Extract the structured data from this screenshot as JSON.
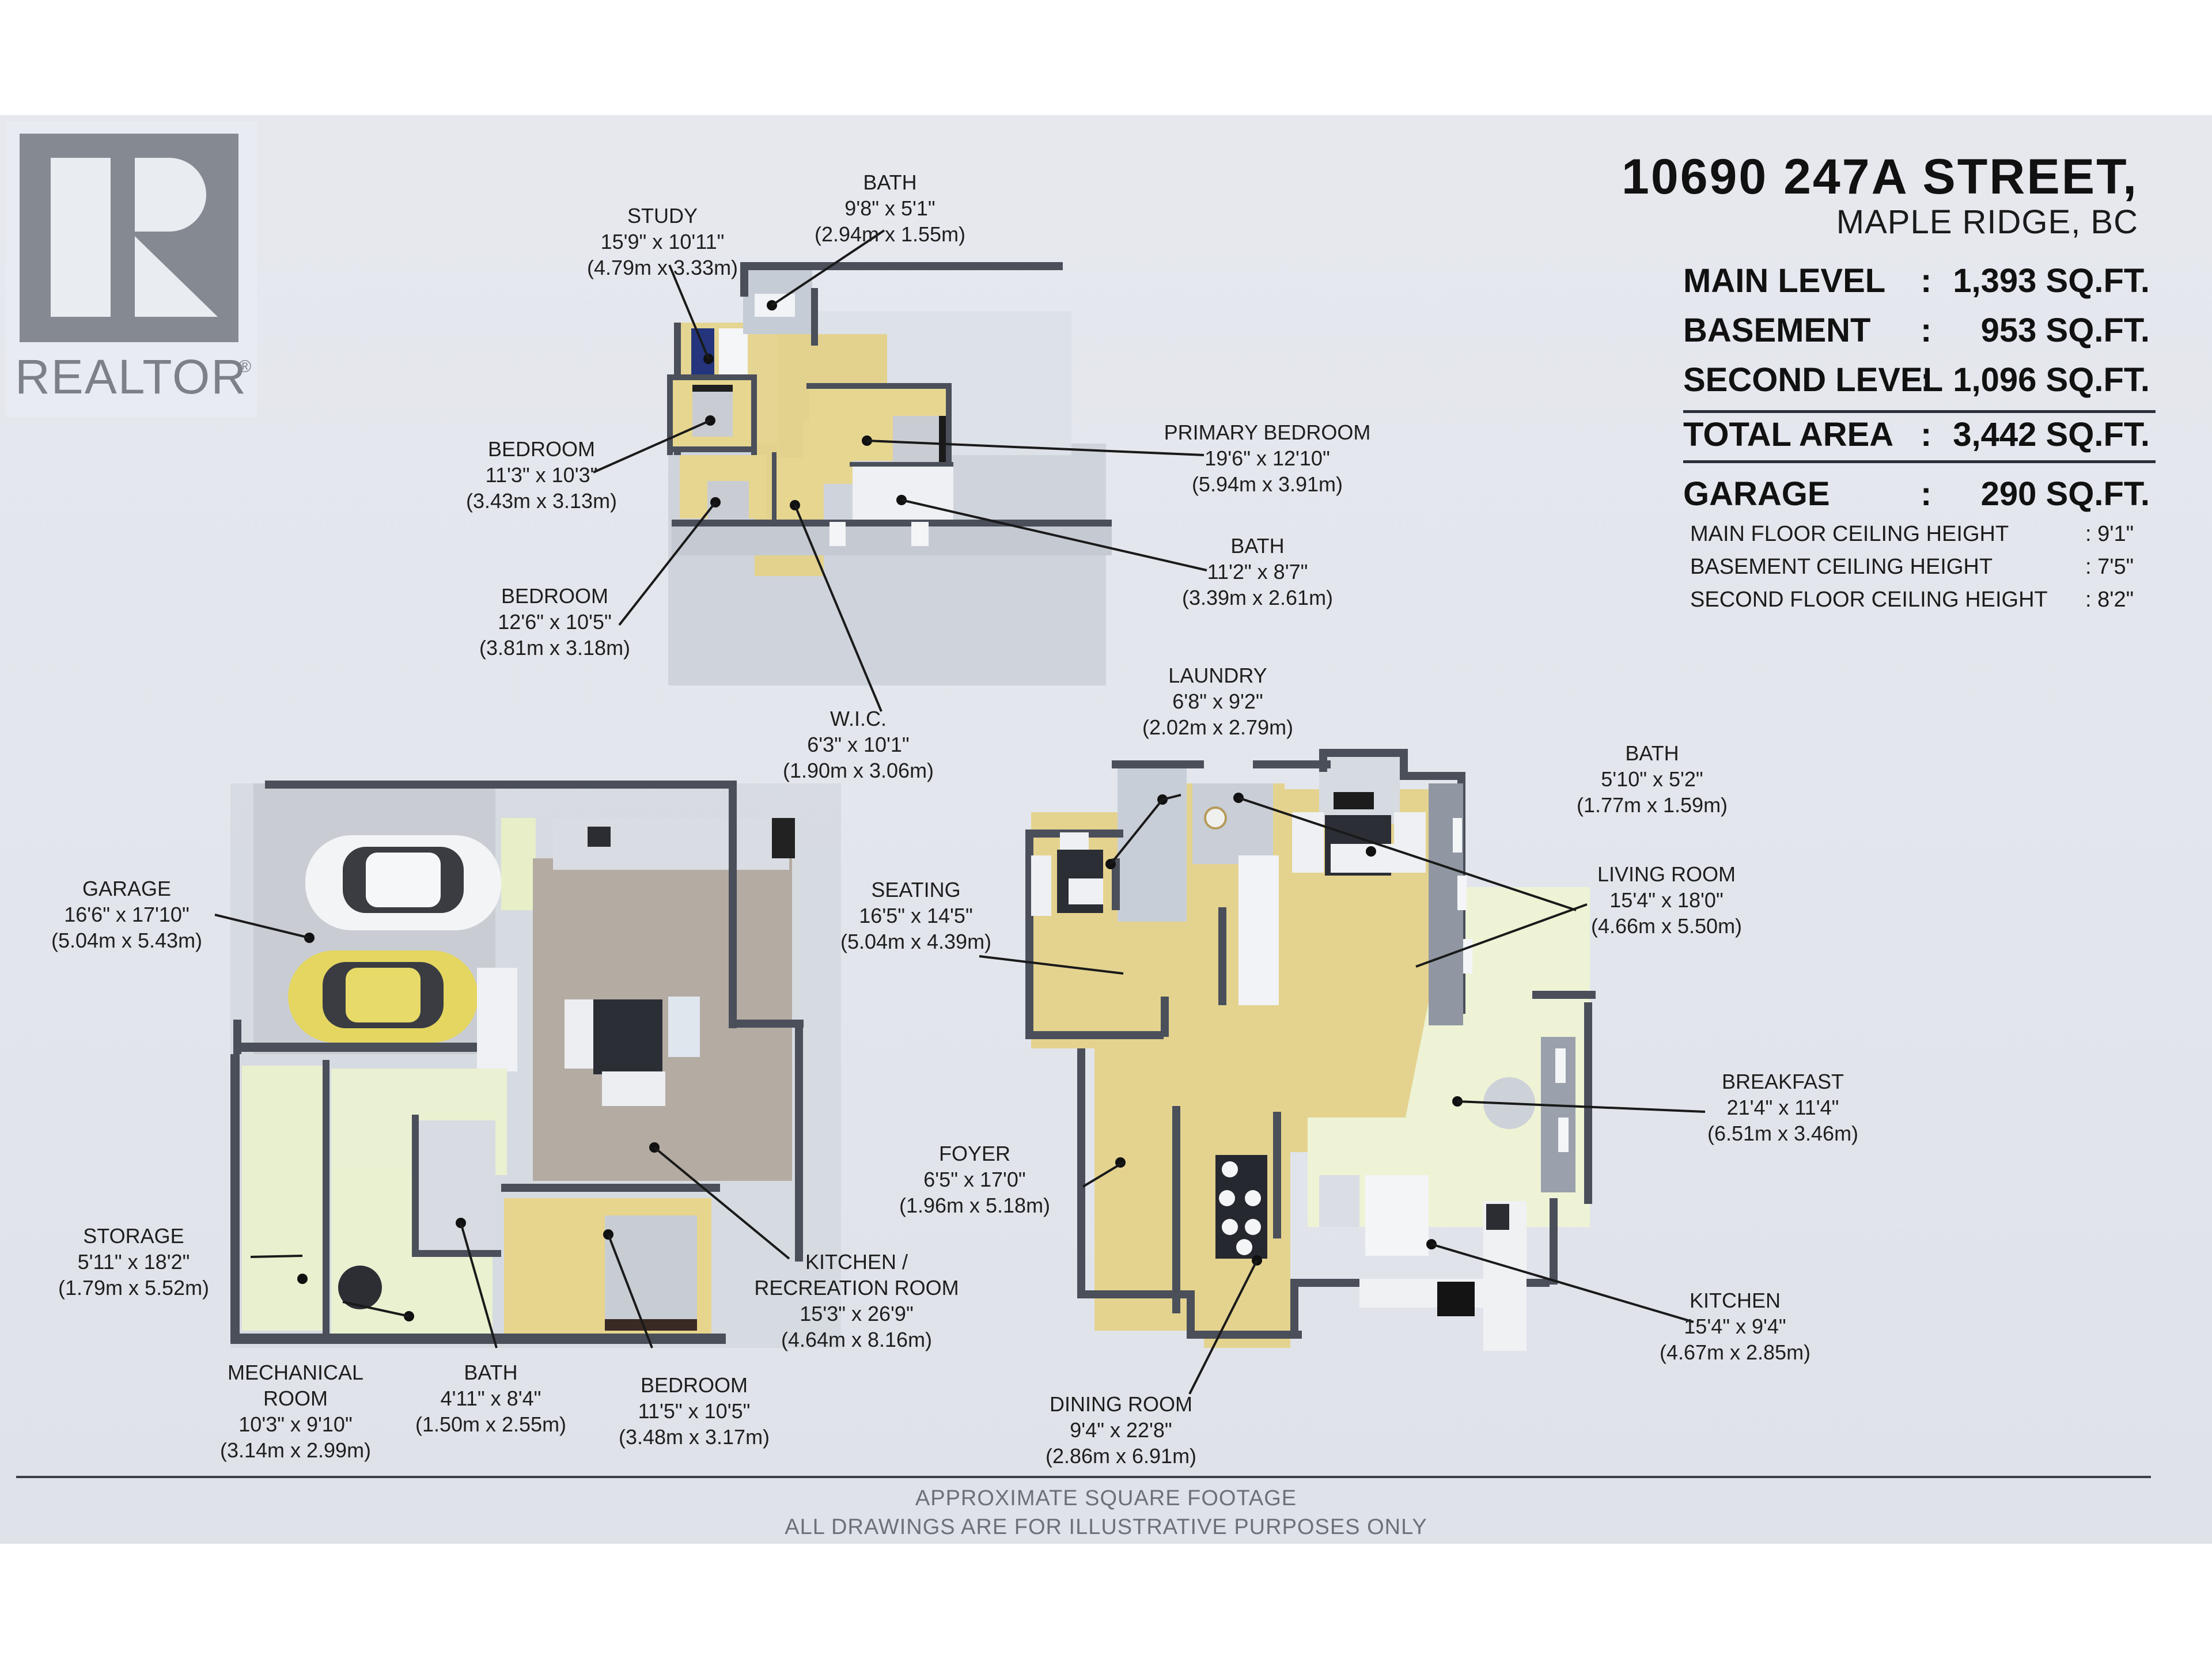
{
  "brand": {
    "logo_text": "REALTOR",
    "logo_mark": "®",
    "logo_icon": "realtor-r-icon"
  },
  "header": {
    "address_line1": "10690 247A STREET,",
    "address_line2": "MAPLE RIDGE, BC"
  },
  "areas": {
    "rows": [
      {
        "label": "MAIN LEVEL",
        "value": "1,393 SQ.FT."
      },
      {
        "label": "BASEMENT",
        "value": "953 SQ.FT."
      },
      {
        "label": "SECOND LEVEL",
        "value": "1,096 SQ.FT."
      }
    ],
    "total": {
      "label": "TOTAL AREA",
      "value": "3,442 SQ.FT."
    },
    "garage": {
      "label": "GARAGE",
      "value": "290 SQ.FT."
    },
    "separator": ":"
  },
  "ceilings": [
    {
      "label": "MAIN FLOOR CEILING HEIGHT",
      "value": ": 9'1\""
    },
    {
      "label": "BASEMENT CEILING HEIGHT",
      "value": ": 7'5\""
    },
    {
      "label": "SECOND FLOOR CEILING HEIGHT",
      "value": ": 8'2\""
    }
  ],
  "colors": {
    "background": "#e4e7ed",
    "wall": "#4a4f5a",
    "wall_face": "#b9bfc9",
    "floor_carpet": "#e6d690",
    "floor_tile": "#eef3d8",
    "floor_wood": "#b3aaa0",
    "garage_floor": "#c9ccd3",
    "car_white": "#f2f3f5",
    "car_yellow": "#e6d862"
  },
  "floors": {
    "second": {
      "rooms": [
        {
          "name": "STUDY",
          "dim_imperial": "15'9\" x 10'11\"",
          "dim_metric": "(4.79m x 3.33m)"
        },
        {
          "name": "BATH",
          "dim_imperial": "9'8\" x 5'1\"",
          "dim_metric": "(2.94m x 1.55m)"
        },
        {
          "name": "BEDROOM",
          "dim_imperial": "11'3\" x 10'3\"",
          "dim_metric": "(3.43m x 3.13m)"
        },
        {
          "name": "PRIMARY BEDROOM",
          "dim_imperial": "19'6\" x 12'10\"",
          "dim_metric": "(5.94m x 3.91m)"
        },
        {
          "name": "BATH",
          "dim_imperial": "11'2\" x 8'7\"",
          "dim_metric": "(3.39m x 2.61m)"
        },
        {
          "name": "BEDROOM",
          "dim_imperial": "12'6\" x 10'5\"",
          "dim_metric": "(3.81m x 3.18m)"
        },
        {
          "name": "W.I.C.",
          "dim_imperial": "6'3\" x 10'1\"",
          "dim_metric": "(1.90m x 3.06m)"
        }
      ]
    },
    "basement": {
      "rooms": [
        {
          "name": "GARAGE",
          "dim_imperial": "16'6\" x 17'10\"",
          "dim_metric": "(5.04m x 5.43m)"
        },
        {
          "name": "STORAGE",
          "dim_imperial": "5'11\" x 18'2\"",
          "dim_metric": "(1.79m x 5.52m)"
        },
        {
          "name": "MECHANICAL",
          "name2": "ROOM",
          "dim_imperial": "10'3\" x 9'10\"",
          "dim_metric": "(3.14m x 2.99m)"
        },
        {
          "name": "BATH",
          "dim_imperial": "4'11\" x 8'4\"",
          "dim_metric": "(1.50m x 2.55m)"
        },
        {
          "name": "BEDROOM",
          "dim_imperial": "11'5\" x 10'5\"",
          "dim_metric": "(3.48m x 3.17m)"
        },
        {
          "name": "KITCHEN /",
          "name2": "RECREATION ROOM",
          "dim_imperial": "15'3\" x 26'9\"",
          "dim_metric": "(4.64m x 8.16m)"
        }
      ]
    },
    "main": {
      "rooms": [
        {
          "name": "LAUNDRY",
          "dim_imperial": "6'8\" x 9'2\"",
          "dim_metric": "(2.02m x 2.79m)"
        },
        {
          "name": "BATH",
          "dim_imperial": "5'10\" x 5'2\"",
          "dim_metric": "(1.77m x 1.59m)"
        },
        {
          "name": "SEATING",
          "dim_imperial": "16'5\" x 14'5\"",
          "dim_metric": "(5.04m x 4.39m)"
        },
        {
          "name": "LIVING ROOM",
          "dim_imperial": "15'4\" x 18'0\"",
          "dim_metric": "(4.66m x 5.50m)"
        },
        {
          "name": "BREAKFAST",
          "dim_imperial": "21'4\" x 11'4\"",
          "dim_metric": "(6.51m x 3.46m)"
        },
        {
          "name": "FOYER",
          "dim_imperial": "6'5\" x 17'0\"",
          "dim_metric": "(1.96m x 5.18m)"
        },
        {
          "name": "KITCHEN",
          "dim_imperial": "15'4\" x 9'4\"",
          "dim_metric": "(4.67m x 2.85m)"
        },
        {
          "name": "DINING ROOM",
          "dim_imperial": "9'4\" x 22'8\"",
          "dim_metric": "(2.86m x 6.91m)"
        }
      ]
    }
  },
  "footer": {
    "line1": "APPROXIMATE SQUARE FOOTAGE",
    "line2": "ALL DRAWINGS ARE FOR ILLUSTRATIVE PURPOSES ONLY"
  }
}
